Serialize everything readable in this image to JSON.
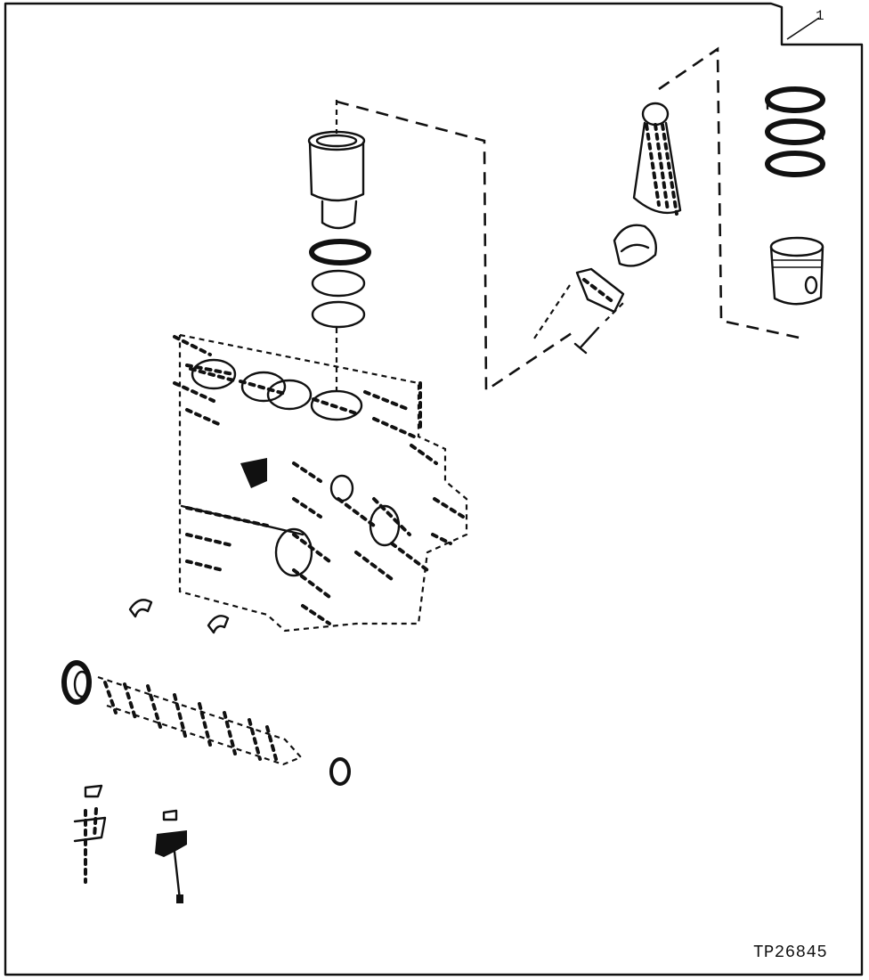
{
  "diagram": {
    "callouts": [
      {
        "id": "1",
        "label": "1"
      }
    ],
    "figure_reference": "TP26845"
  }
}
